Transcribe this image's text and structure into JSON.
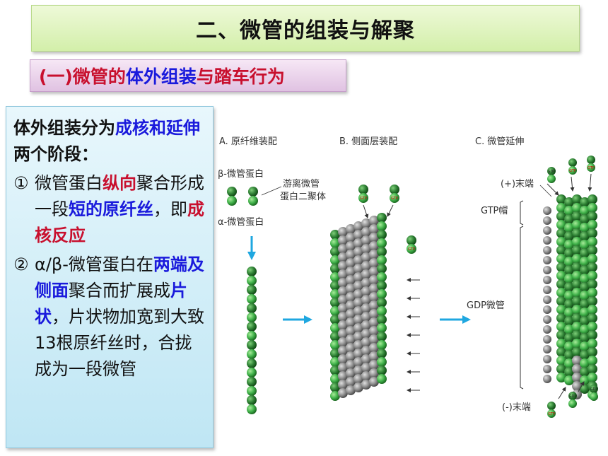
{
  "title": "二、微管的组装与解聚",
  "subtitle": {
    "part1": "(一)微管的",
    "part2": "体外组装",
    "part3": "与踏车行为"
  },
  "text": {
    "intro": {
      "a": "体外组装分为",
      "b": "成核和延伸",
      "c": "两个阶段："
    },
    "item1": {
      "num": "①",
      "a": "微管蛋白",
      "b": "纵向",
      "c": "聚合形成一段",
      "d": "短的原纤丝",
      "e": "，即",
      "f": "成核反应"
    },
    "item2": {
      "num": "②",
      "a": "α/β-微管蛋白在",
      "b": "两端及侧面",
      "c": "聚合而扩展成",
      "d": "片状",
      "e": "，片状物加宽到大致13根原纤丝时，合拢成为一段微管"
    }
  },
  "figure": {
    "panel_a": "A. 原纤维装配",
    "panel_b": "B. 侧面层装配",
    "panel_c": "C. 微管延伸",
    "beta": "β-微管蛋白",
    "alpha": "α-微管蛋白",
    "dimer_1": "游离微管",
    "dimer_2": "蛋白二聚体",
    "plus_end": "(+)末端",
    "minus_end": "(-)末端",
    "gtp_cap": "GTP帽",
    "gdp_mt": "GDP微管",
    "gtp": "GTP",
    "gdp": "GDP"
  },
  "colors": {
    "title_bg": "#d3efaa",
    "subtitle_bg": "#e0c2e2",
    "textbox_bg": "#bfe6f4",
    "emphasis_red": "#c8102e",
    "emphasis_blue": "#1a1adc",
    "arrow_blue": "#1fa7e0"
  }
}
